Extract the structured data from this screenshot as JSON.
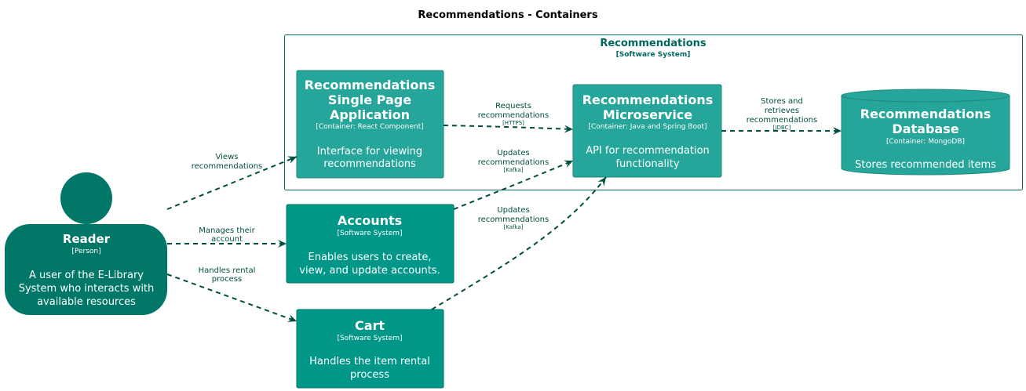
{
  "title": "Recommendations - Containers",
  "colors": {
    "person": "#017768",
    "container": "#26A69A",
    "system": "#009688",
    "boundary": "#00695C",
    "edge": "#004D40",
    "text": "#ffffff"
  },
  "boundary": {
    "name": "Recommendations",
    "type": "[Software System]"
  },
  "person": {
    "name": "Reader",
    "type": "[Person]",
    "desc": [
      "A user of the E-Library",
      "System who interacts with",
      "available resources"
    ]
  },
  "spa": {
    "name": [
      "Recommendations",
      "Single Page",
      "Application"
    ],
    "type": "[Container: React Component]",
    "desc": [
      "Interface for viewing",
      "recommendations"
    ]
  },
  "microservice": {
    "name": [
      "Recommendations",
      "Microservice"
    ],
    "type": "[Container: Java and Spring Boot]",
    "desc": [
      "API for recommendation",
      "functionality"
    ]
  },
  "database": {
    "name": [
      "Recommendations",
      "Database"
    ],
    "type": "[Container: MongoDB]",
    "desc": "Stores recommended items"
  },
  "accounts": {
    "name": "Accounts",
    "type": "[Software System]",
    "desc": [
      "Enables users to create,",
      "view, and update accounts."
    ]
  },
  "cart": {
    "name": "Cart",
    "type": "[Software System]",
    "desc": [
      "Handles the item rental",
      "process"
    ]
  },
  "edges": {
    "views": {
      "label": [
        "Views",
        "recommendations"
      ]
    },
    "manages": {
      "label": [
        "Manages their",
        "account"
      ]
    },
    "handles": {
      "label": [
        "Handles rental",
        "process"
      ]
    },
    "requests": {
      "label": [
        "Requests",
        "recommendations"
      ],
      "tech": "[HTTPS]"
    },
    "accounts_updates": {
      "label": [
        "Updates",
        "recommendations"
      ],
      "tech": "[Kafka]"
    },
    "cart_updates": {
      "label": [
        "Updates",
        "recommendations"
      ],
      "tech": "[Kafka]"
    },
    "stores": {
      "label": [
        "Stores and",
        "retrieves",
        "recommendations"
      ],
      "tech": "[JDBC]"
    }
  }
}
